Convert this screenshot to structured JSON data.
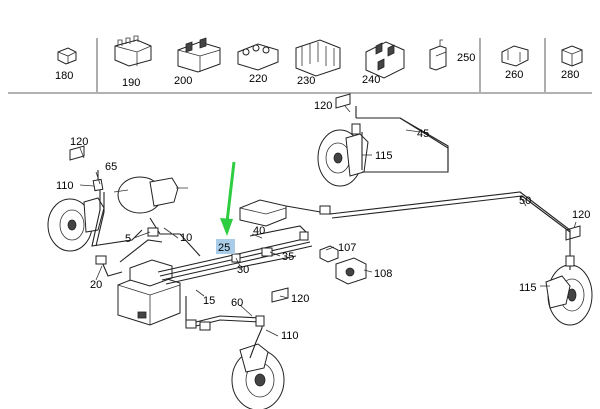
{
  "header_parts": [
    {
      "id": "hdr-180",
      "label": "180"
    },
    {
      "id": "hdr-190",
      "label": "190"
    },
    {
      "id": "hdr-200",
      "label": "200"
    },
    {
      "id": "hdr-220",
      "label": "220"
    },
    {
      "id": "hdr-230",
      "label": "230"
    },
    {
      "id": "hdr-240",
      "label": "240"
    },
    {
      "id": "hdr-250",
      "label": "250"
    },
    {
      "id": "hdr-260",
      "label": "260"
    },
    {
      "id": "hdr-280",
      "label": "280"
    }
  ],
  "callouts": {
    "c120a": "120",
    "c45": "45",
    "c115a": "115",
    "c120b": "120",
    "c65": "65",
    "c110a": "110",
    "c10": "10",
    "c5": "5",
    "c25": "25",
    "c40": "40",
    "c30": "30",
    "c35": "35",
    "c107": "107",
    "c108": "108",
    "c20": "20",
    "c15": "15",
    "c60": "60",
    "c120c": "120",
    "c110b": "110",
    "c50": "50",
    "c120d": "120",
    "c115b": "115"
  },
  "highlight": {
    "callout": "c25",
    "fill": "#a9cde8"
  },
  "colors": {
    "arrow": "#2ecc40"
  }
}
